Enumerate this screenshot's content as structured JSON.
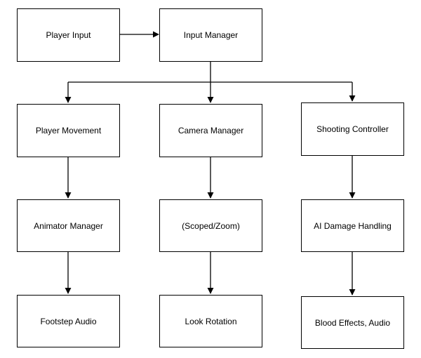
{
  "colors": {
    "stroke": "#000000",
    "fill": "#ffffff",
    "text": "#000000"
  },
  "nodes": {
    "player_input": "Player Input",
    "input_manager": "Input Manager",
    "player_movement": "Player Movement",
    "camera_manager": "Camera Manager",
    "shooting_controller": "Shooting Controller",
    "animator_manager": "Animator Manager",
    "scoped_zoom": "(Scoped/Zoom)",
    "ai_damage_handling": "AI Damage Handling",
    "footstep_audio": "Footstep Audio",
    "look_rotation": "Look Rotation",
    "blood_effects_audio": "Blood Effects, Audio"
  },
  "edges": [
    {
      "from": "Player Input",
      "to": "Input Manager"
    },
    {
      "from": "Input Manager",
      "to": "Player Movement"
    },
    {
      "from": "Input Manager",
      "to": "Camera Manager"
    },
    {
      "from": "Input Manager",
      "to": "Shooting Controller"
    },
    {
      "from": "Player Movement",
      "to": "Animator Manager"
    },
    {
      "from": "Camera Manager",
      "to": "(Scoped/Zoom)"
    },
    {
      "from": "Shooting Controller",
      "to": "AI Damage Handling"
    },
    {
      "from": "Animator Manager",
      "to": "Footstep Audio"
    },
    {
      "from": "(Scoped/Zoom)",
      "to": "Look Rotation"
    },
    {
      "from": "AI Damage Handling",
      "to": "Blood Effects, Audio"
    }
  ]
}
